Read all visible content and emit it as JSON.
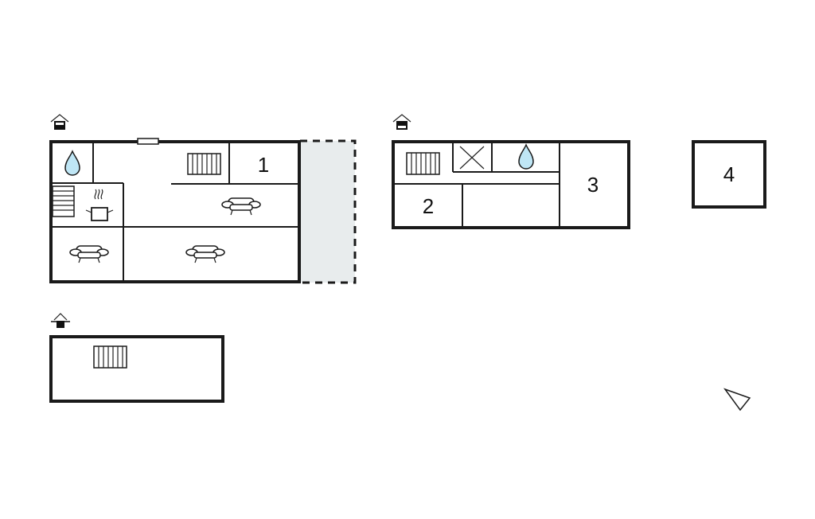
{
  "floor_icons": [
    {
      "name": "ground-floor-icon"
    },
    {
      "name": "first-floor-icon"
    },
    {
      "name": "basement-icon"
    }
  ],
  "rooms": {
    "room1": "1",
    "room2": "2",
    "room3": "3",
    "room4": "4"
  },
  "colors": {
    "wall": "#1a1a1a",
    "terrace_fill": "#e8eced",
    "water": "#bfe6f5"
  },
  "icons": [
    "water-drop-icon",
    "radiator-icon",
    "sofa-icon",
    "stove-icon",
    "stairs-icon",
    "window-icon",
    "compass-arrow-icon"
  ]
}
